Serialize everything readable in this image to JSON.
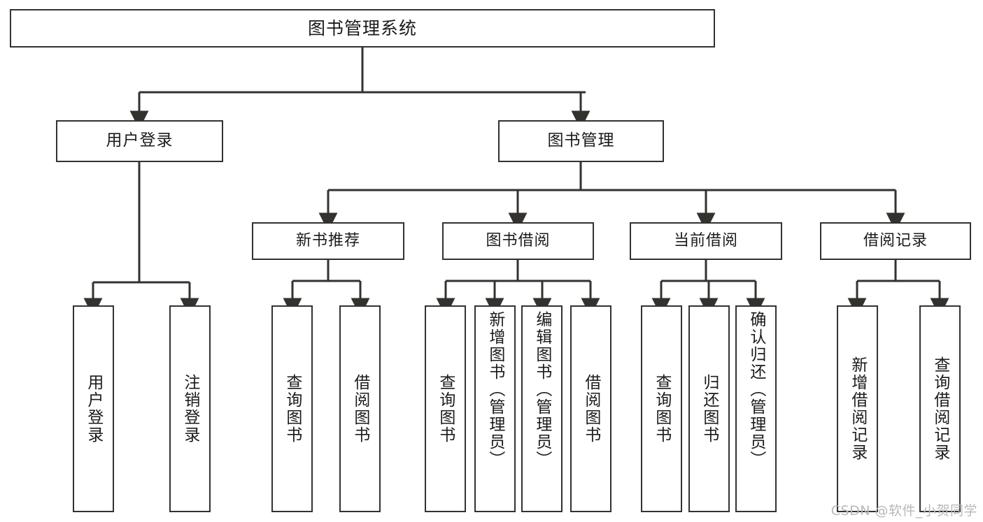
{
  "diagram": {
    "title": "图书管理系统",
    "watermark": "CSDN @软件_小贺同学",
    "root": {
      "label": "图书管理系统"
    },
    "level2": [
      {
        "label": "用户登录"
      },
      {
        "label": "图书管理"
      }
    ],
    "level3": [
      {
        "label": "新书推荐"
      },
      {
        "label": "图书借阅"
      },
      {
        "label": "当前借阅"
      },
      {
        "label": "借阅记录"
      }
    ],
    "leaves": {
      "user_login": [
        {
          "label": "用户登录"
        },
        {
          "label": "注销登录"
        }
      ],
      "new_book_recommend": [
        {
          "label": "查询图书"
        },
        {
          "label": "借阅图书"
        }
      ],
      "book_borrow": [
        {
          "label": "查询图书"
        },
        {
          "label": "新增图书（管理员）"
        },
        {
          "label": "编辑图书（管理员）"
        },
        {
          "label": "借阅图书"
        }
      ],
      "current_borrow": [
        {
          "label": "查询图书"
        },
        {
          "label": "归还图书"
        },
        {
          "label": "确认归还（管理员）"
        }
      ],
      "borrow_record": [
        {
          "label": "新增借阅记录"
        },
        {
          "label": "查询借阅记录"
        }
      ]
    },
    "colors": {
      "stroke": "#33322f",
      "text": "#1b1b1b",
      "background": "#ffffff",
      "watermark": "#b9b9b9"
    }
  }
}
